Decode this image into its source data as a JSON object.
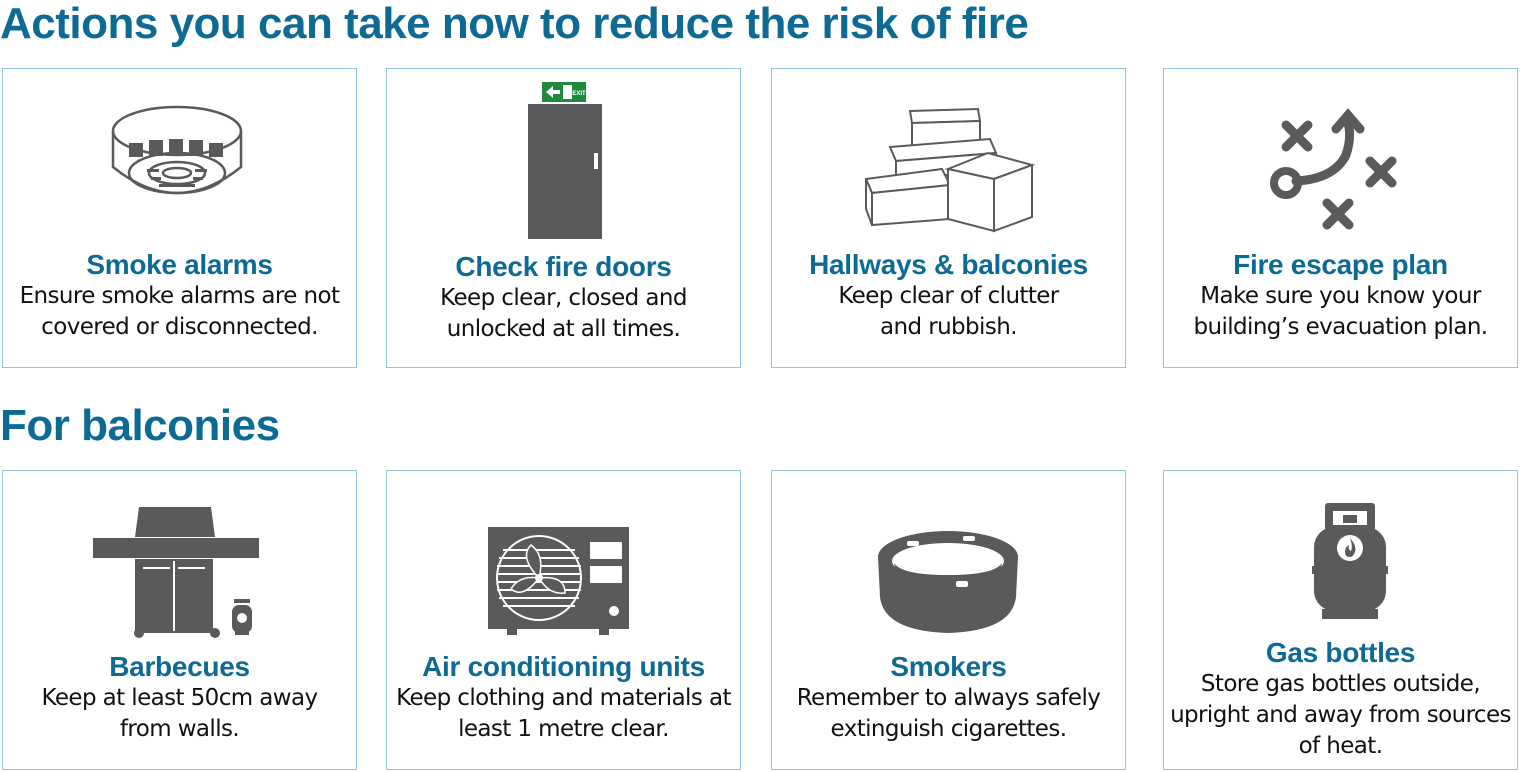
{
  "colors": {
    "heading": "#0d6a94",
    "border": "#93c3d6",
    "icon_grey": "#595a5c",
    "exit_green": "#1f8a3b"
  },
  "section1": {
    "heading": "Actions you can take now to reduce the risk of fire",
    "cards": [
      {
        "icon": "smoke-alarm-icon",
        "title": "Smoke alarms",
        "desc1": "Ensure smoke alarms are not",
        "desc2": "covered or disconnected."
      },
      {
        "icon": "fire-door-icon",
        "title": "Check fire doors",
        "desc1": "Keep clear, closed and",
        "desc2": "unlocked at all times.",
        "exit_sign": "EXIT"
      },
      {
        "icon": "boxes-icon",
        "title": "Hallways & balconies",
        "desc1": "Keep clear of clutter",
        "desc2": "and rubbish."
      },
      {
        "icon": "escape-plan-icon",
        "title": "Fire escape plan",
        "desc1": "Make sure you know your",
        "desc2": "building’s evacuation plan."
      }
    ]
  },
  "section2": {
    "heading": "For balconies",
    "cards": [
      {
        "icon": "barbecue-icon",
        "title": "Barbecues",
        "desc1": "Keep at least 50cm away",
        "desc2": "from walls."
      },
      {
        "icon": "air-conditioner-icon",
        "title": "Air conditioning units",
        "desc1": "Keep clothing and materials at",
        "desc2": "least 1 metre clear."
      },
      {
        "icon": "ashtray-icon",
        "title": "Smokers",
        "desc1": "Remember to always safely",
        "desc2": "extinguish cigarettes."
      },
      {
        "icon": "gas-bottle-icon",
        "title": "Gas bottles",
        "desc1": "Store gas bottles outside,",
        "desc2": "upright and away from sources",
        "desc3": "of heat."
      }
    ]
  }
}
